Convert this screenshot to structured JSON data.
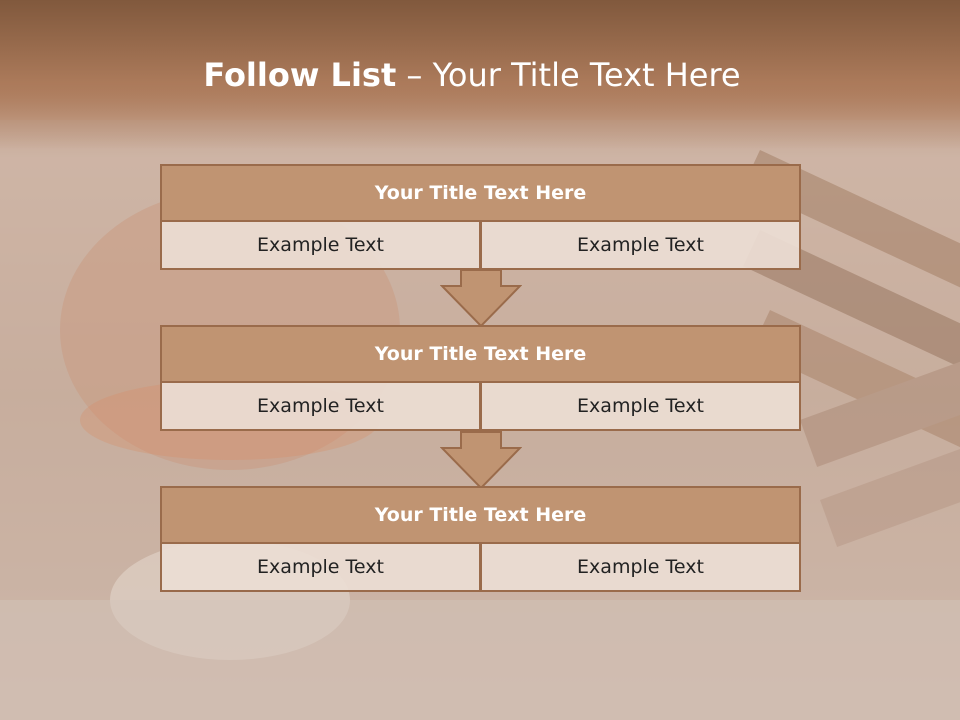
{
  "slide": {
    "title_bold": "Follow List",
    "title_rest": "– Your Title Text Here"
  },
  "blocks": [
    {
      "title": "Your Title Text Here",
      "left": "Example Text",
      "right": "Example Text"
    },
    {
      "title": "Your Title Text Here",
      "left": "Example Text",
      "right": "Example Text"
    },
    {
      "title": "Your Title Text Here",
      "left": "Example Text",
      "right": "Example Text"
    }
  ],
  "colors": {
    "header_fill": "#c09472",
    "border": "#9a6b4b",
    "cell_fill": "#ebddd4",
    "arrow_fill": "#c09472"
  }
}
